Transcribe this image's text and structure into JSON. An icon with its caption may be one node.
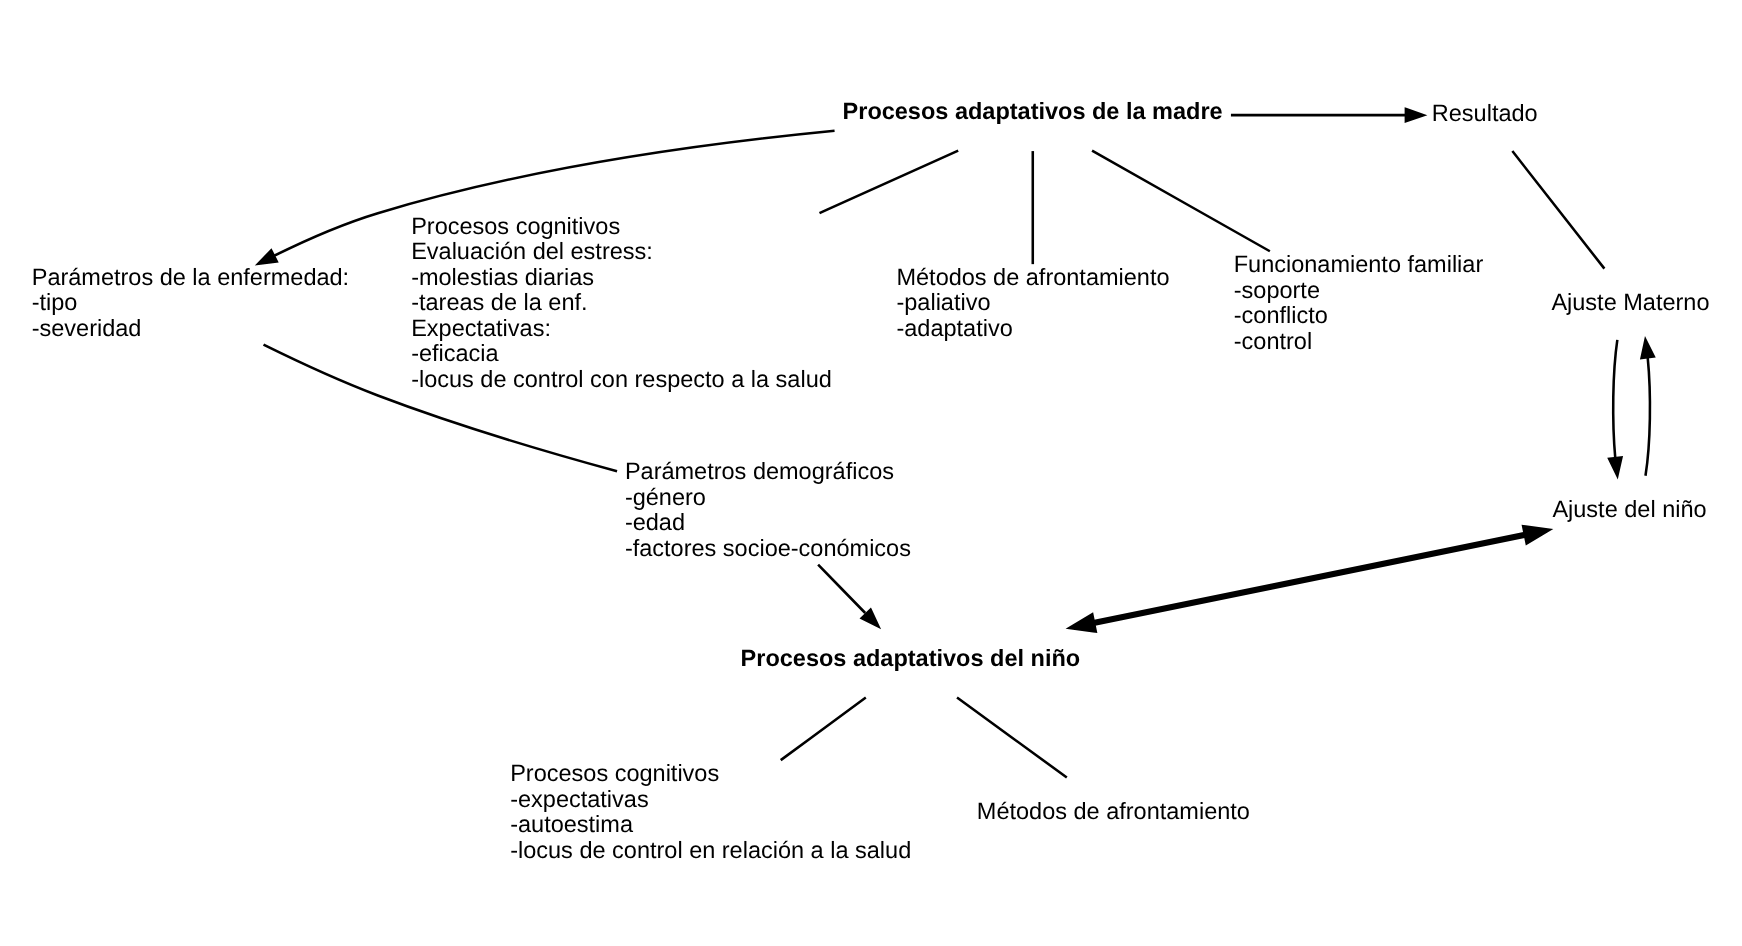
{
  "diagram": {
    "nodes": [
      {
        "text": [
          "Procesos adaptativos de la madre"
        ]
      },
      {
        "text": [
          "Resultado"
        ]
      },
      {
        "text": [
          "Parámetros de la enfermedad:",
          "-tipo",
          "-severidad"
        ]
      },
      {
        "text": [
          "Procesos cognitivos",
          "Evaluación del estress:",
          "-molestias diarias",
          "-tareas de la enf.",
          "Expectativas:",
          "-eficacia",
          "-locus de control con respecto a la salud"
        ]
      },
      {
        "text": [
          "Métodos de afrontamiento",
          "-paliativo",
          "-adaptativo"
        ]
      },
      {
        "text": [
          "Funcionamiento familiar",
          "-soporte",
          "-conflicto",
          "-control"
        ]
      },
      {
        "text": [
          "Parámetros demográficos",
          "-género",
          "-edad",
          "-factores socioe-conómicos"
        ]
      },
      {
        "text": [
          "Ajuste Materno"
        ]
      },
      {
        "text": [
          "Ajuste del niño"
        ]
      },
      {
        "text": [
          "Procesos adaptativos del niño"
        ]
      },
      {
        "text": [
          "Procesos cognitivos",
          "-expectativas",
          "-autoestima",
          "-locus de control en relación a la salud"
        ]
      },
      {
        "text": [
          "Métodos de afrontamiento"
        ]
      }
    ],
    "edges": [
      {
        "from": 0,
        "to": 2,
        "arrow": "to"
      },
      {
        "from": 0,
        "to": 3,
        "arrow": "none"
      },
      {
        "from": 0,
        "to": 4,
        "arrow": "none"
      },
      {
        "from": 0,
        "to": 5,
        "arrow": "none"
      },
      {
        "from": 0,
        "to": 1,
        "arrow": "to"
      },
      {
        "from": 2,
        "to": 6,
        "arrow": "none"
      },
      {
        "from": 1,
        "to": 7,
        "arrow": "none"
      },
      {
        "from": 7,
        "to": 8,
        "arrow": "to"
      },
      {
        "from": 8,
        "to": 7,
        "arrow": "to"
      },
      {
        "from": 6,
        "to": 9,
        "arrow": "to"
      },
      {
        "from": 9,
        "to": 8,
        "arrow": "both",
        "style": "thick"
      },
      {
        "from": 9,
        "to": 10,
        "arrow": "none"
      },
      {
        "from": 9,
        "to": 11,
        "arrow": "none"
      }
    ]
  }
}
